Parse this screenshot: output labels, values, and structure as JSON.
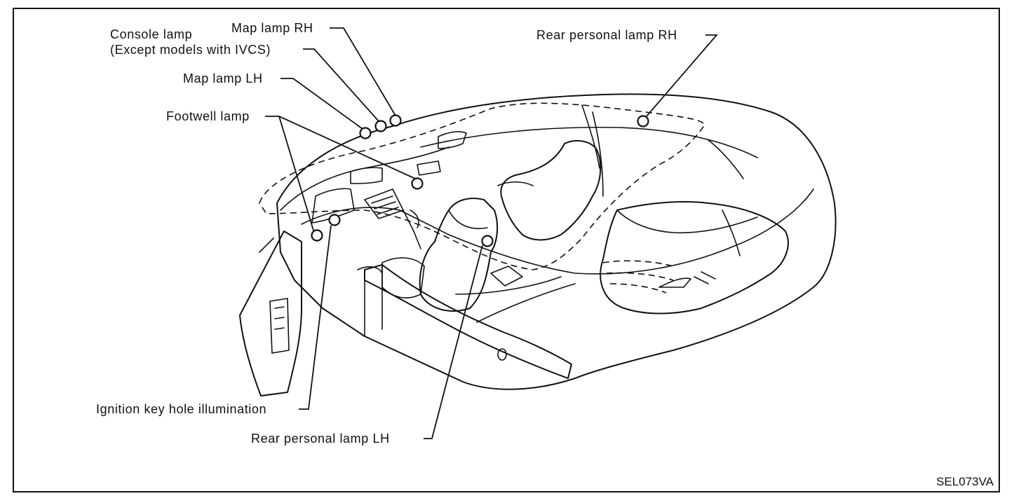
{
  "figure": {
    "code": "SEL073VA"
  },
  "callouts": {
    "map_lamp_rh": "Map lamp RH",
    "console_lamp_line1": "Console lamp",
    "console_lamp_line2": "(Except models with IVCS)",
    "map_lamp_lh": "Map lamp LH",
    "footwell_lamp": "Footwell lamp",
    "rear_personal_lamp_rh": "Rear personal lamp RH",
    "ignition_key_hole_illumination": "Ignition key hole illumination",
    "rear_personal_lamp_lh": "Rear personal lamp LH"
  }
}
